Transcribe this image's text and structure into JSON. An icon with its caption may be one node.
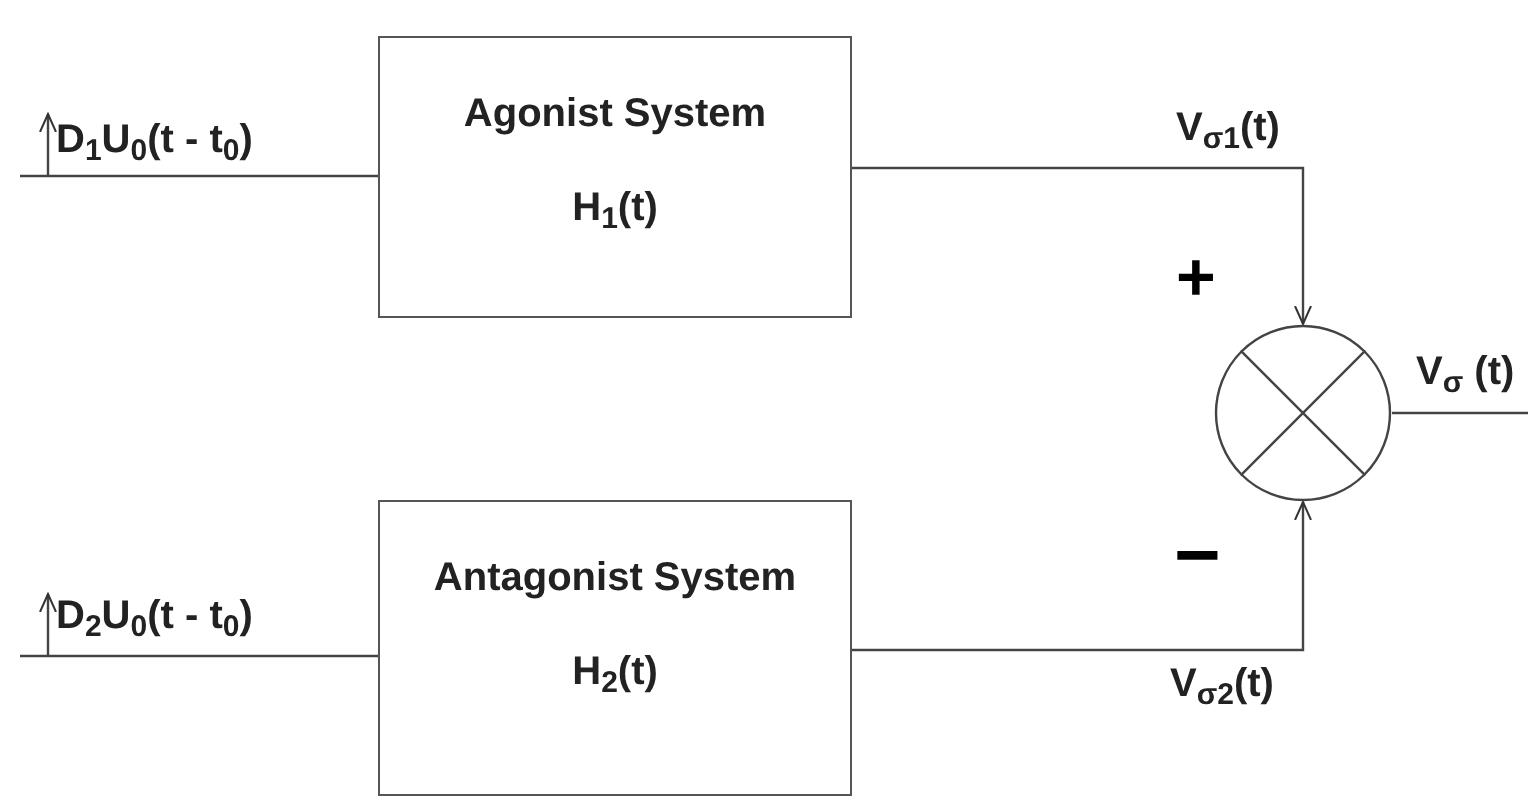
{
  "diagram": {
    "nodes": [
      {
        "text": [
          "Agonist System",
          "H$_{1}$(t)"
        ]
      },
      {
        "text": [
          "Antagonist System",
          "H$_{2}$(t)"
        ]
      },
      {
        "text": [],
        "shape": "circle"
      }
    ],
    "edges": [
      {
        "from": null,
        "to": 0,
        "arrow": "none",
        "label": "D$_{1}$U$_{0}$(t - t$_{0}$)"
      },
      {
        "from": null,
        "to": 1,
        "arrow": "none",
        "label": "D$_{2}$U$_{0}$(t - t$_{0}$)"
      },
      {
        "from": 0,
        "to": 2,
        "arrow": "to",
        "label": "V$_{σ1}$(t)"
      },
      {
        "from": 1,
        "to": 2,
        "arrow": "to",
        "label": "V$_{σ2}$(t)"
      },
      {
        "from": 2,
        "to": null,
        "arrow": "none",
        "label": "V$_{σ}$ (t)"
      }
    ],
    "labels": [
      "+",
      "−"
    ]
  }
}
